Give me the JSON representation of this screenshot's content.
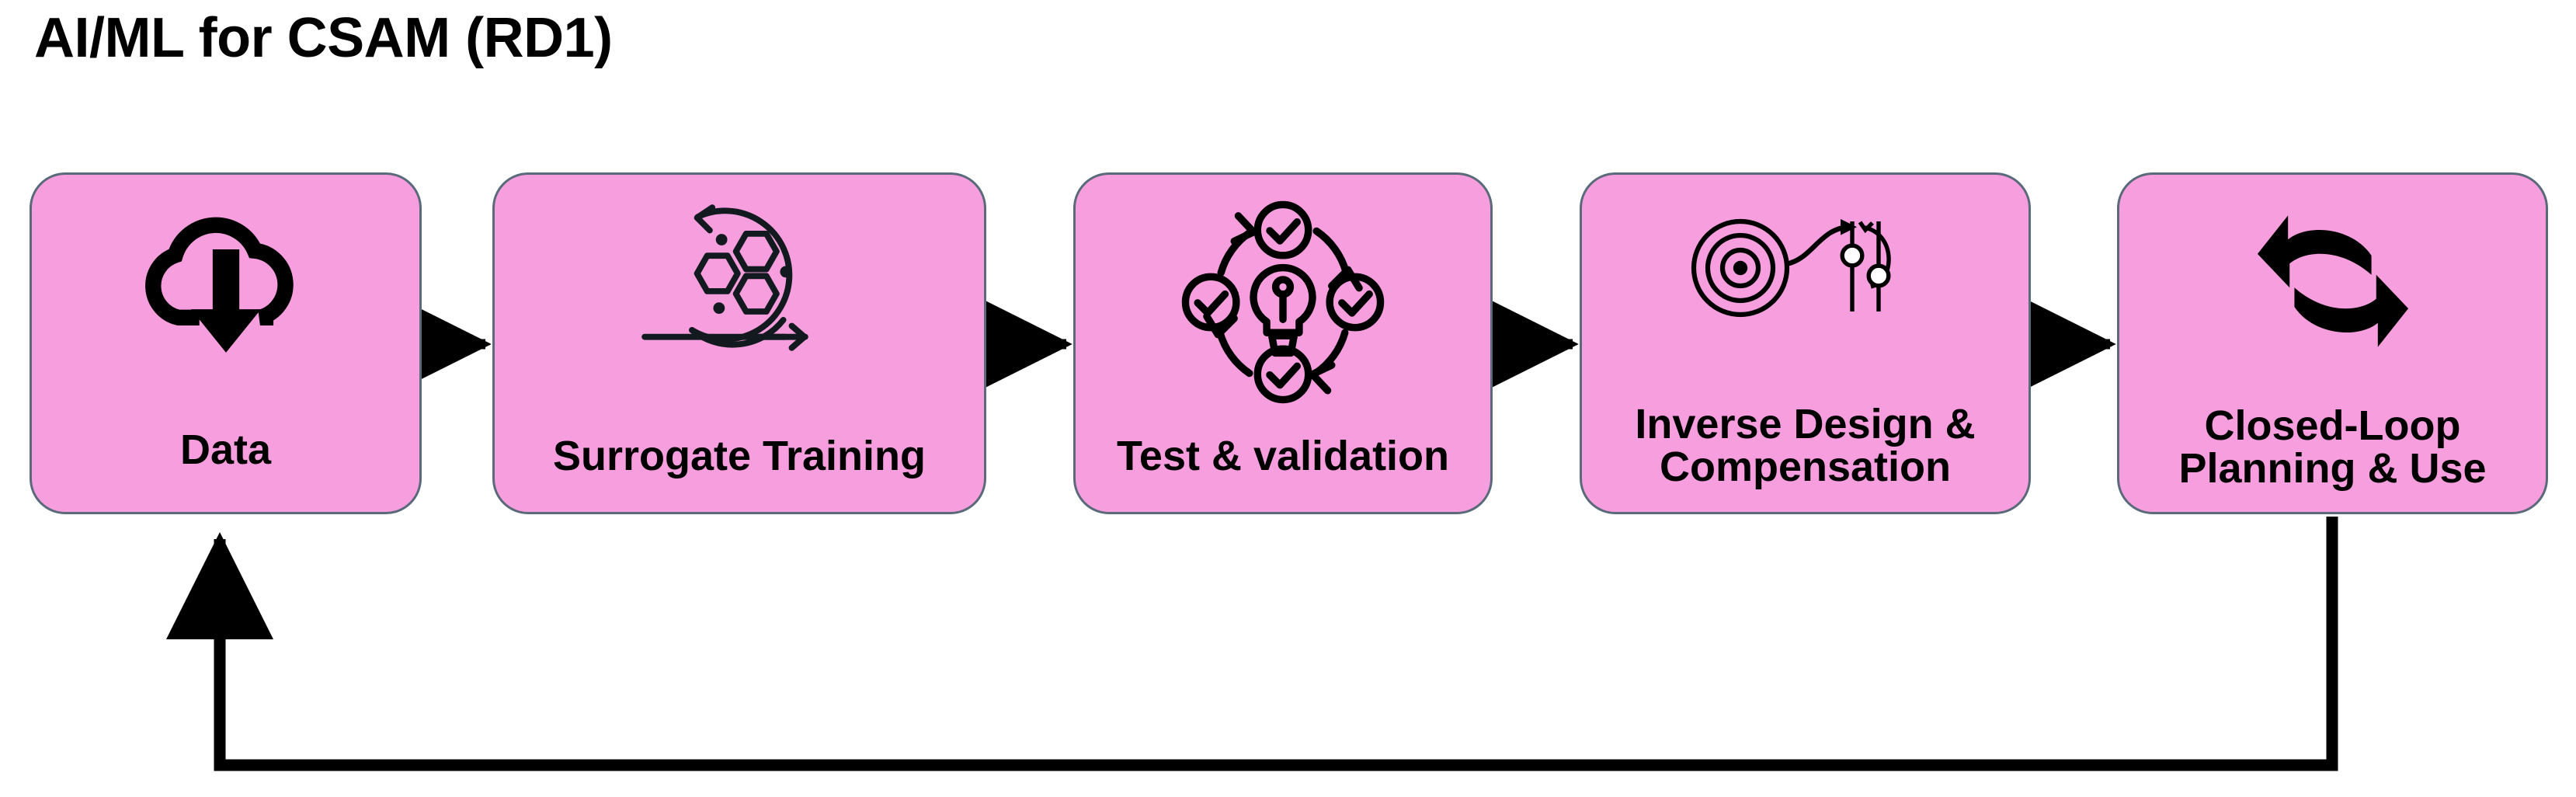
{
  "title": "AI/ML for CSAM (RD1)",
  "theme": {
    "node_fill": "#F79EDE",
    "node_border": "#5a6a7a",
    "text_color": "#000000",
    "arrow_color": "#000000",
    "background": "#ffffff"
  },
  "flow": {
    "nodes": [
      {
        "id": "data",
        "label": "Data",
        "icon": "cloud-download-icon"
      },
      {
        "id": "surrogate",
        "label": "Surrogate Training",
        "icon": "training-loop-hexagons-icon"
      },
      {
        "id": "test",
        "label": "Test & validation",
        "icon": "lightbulb-checks-cycle-icon"
      },
      {
        "id": "inverse",
        "label": "Inverse Design &\nCompensation",
        "icon": "target-sliders-icon"
      },
      {
        "id": "closed",
        "label": "Closed-Loop\nPlanning & Use",
        "icon": "refresh-cycle-arrows-icon"
      }
    ],
    "connectors": [
      {
        "id": "arrow-data-to-surrogate",
        "from": "data",
        "to": "surrogate",
        "kind": "straight-arrow-right"
      },
      {
        "id": "arrow-surrogate-to-test",
        "from": "surrogate",
        "to": "test",
        "kind": "straight-arrow-right"
      },
      {
        "id": "arrow-test-to-inverse",
        "from": "test",
        "to": "inverse",
        "kind": "straight-arrow-right"
      },
      {
        "id": "arrow-inverse-to-closed",
        "from": "inverse",
        "to": "closed",
        "kind": "straight-arrow-right"
      },
      {
        "id": "feedback-closed-to-data",
        "from": "closed",
        "to": "data",
        "kind": "feedback-loop-arrow-up"
      }
    ]
  }
}
